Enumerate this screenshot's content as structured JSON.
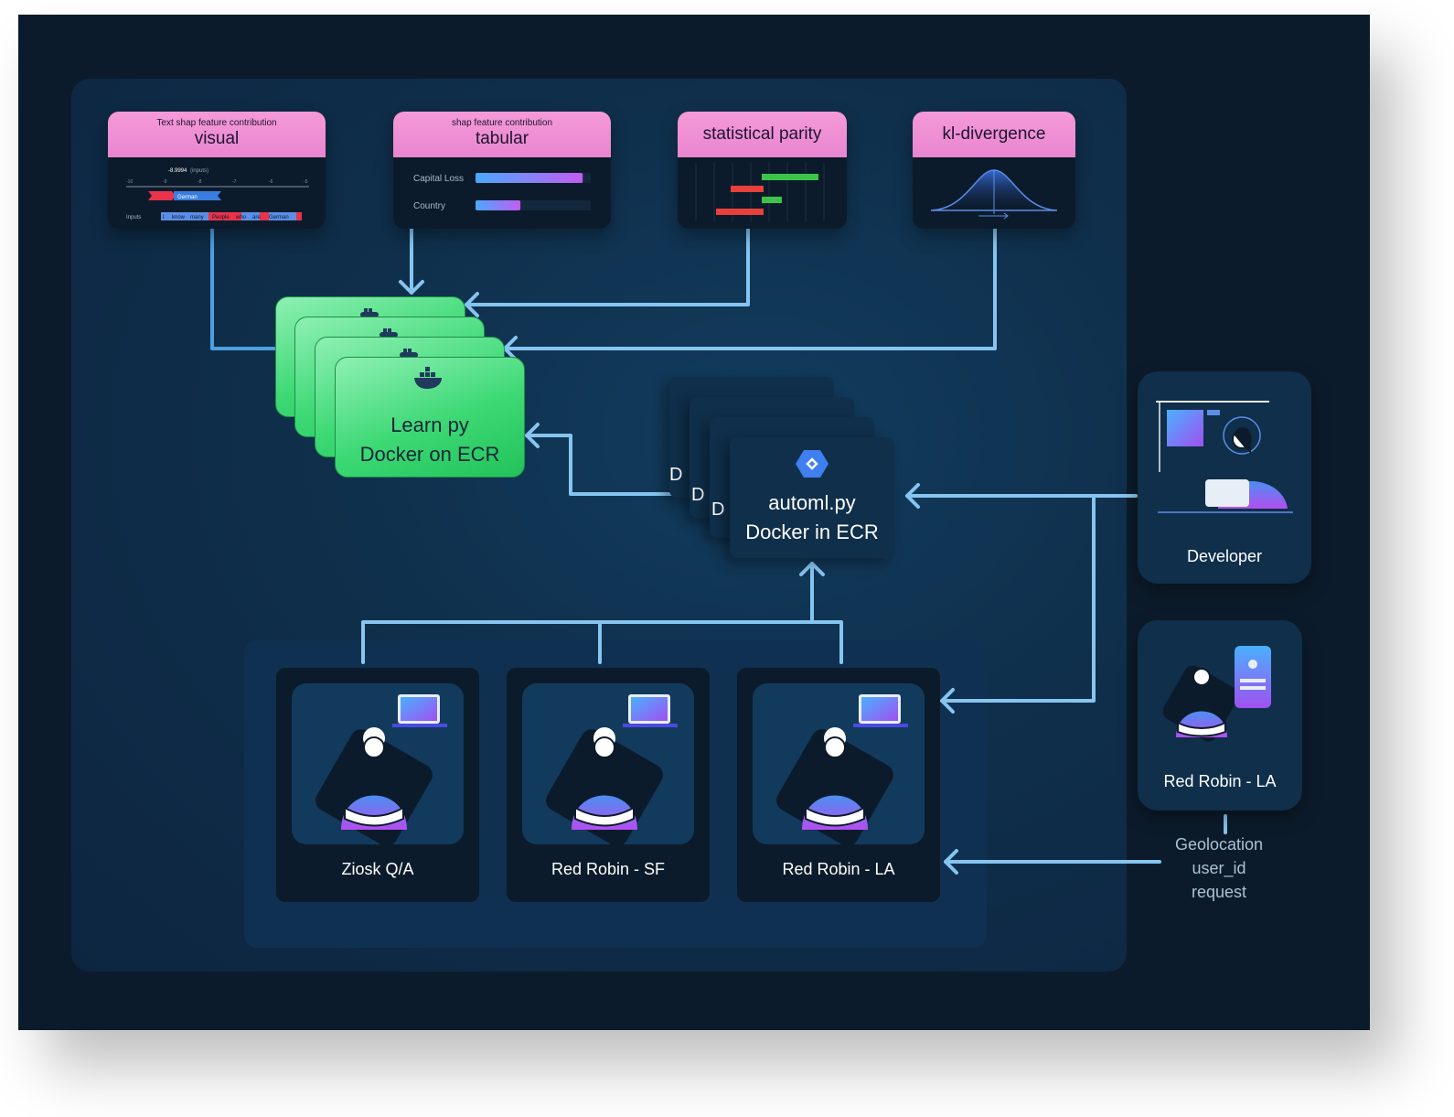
{
  "cards": {
    "visual": {
      "subtitle": "Text shap feature contribution",
      "title": "visual",
      "axis_value": "-8.9994",
      "axis_note": "(inputs)",
      "ticks": [
        "-10",
        "-9",
        "-8",
        "-7",
        "-6",
        "-5"
      ],
      "token_label": "German",
      "inputs_label": "Inputs",
      "tokens": [
        "I",
        "know",
        "many",
        "People",
        "who",
        "are",
        "German"
      ]
    },
    "tabular": {
      "subtitle": "shap feature contribution",
      "title": "tabular",
      "rows": [
        {
          "label": "Capital Loss",
          "fraction": 0.93
        },
        {
          "label": "Country",
          "fraction": 0.39
        }
      ]
    },
    "parity": {
      "title": "statistical parity"
    },
    "kl": {
      "title": "kl-divergence"
    }
  },
  "learn": {
    "line1": "Learn py",
    "line2": "Docker on ECR"
  },
  "automl": {
    "line1": "automl.py",
    "line2": "Docker in ECR",
    "ghost_letter": "D"
  },
  "personas": [
    {
      "label": "Ziosk Q/A"
    },
    {
      "label": "Red Robin - SF"
    },
    {
      "label": "Red Robin - LA"
    }
  ],
  "developer": {
    "label": "Developer"
  },
  "mobile_user": {
    "label": "Red Robin - LA"
  },
  "geo": {
    "line1": "Geolocation",
    "line2": "user_id",
    "line3": "request"
  },
  "icons": [
    "docker-icon",
    "gcp-hexagon-icon",
    "developer-laptop-icon",
    "person-monitor-icon",
    "person-phone-icon",
    "bell-curve-icon"
  ],
  "colors": {
    "pink": "#f59ad8",
    "green": "#3cd874",
    "wire": "#86c5f0",
    "background": "#0c1b2b"
  }
}
